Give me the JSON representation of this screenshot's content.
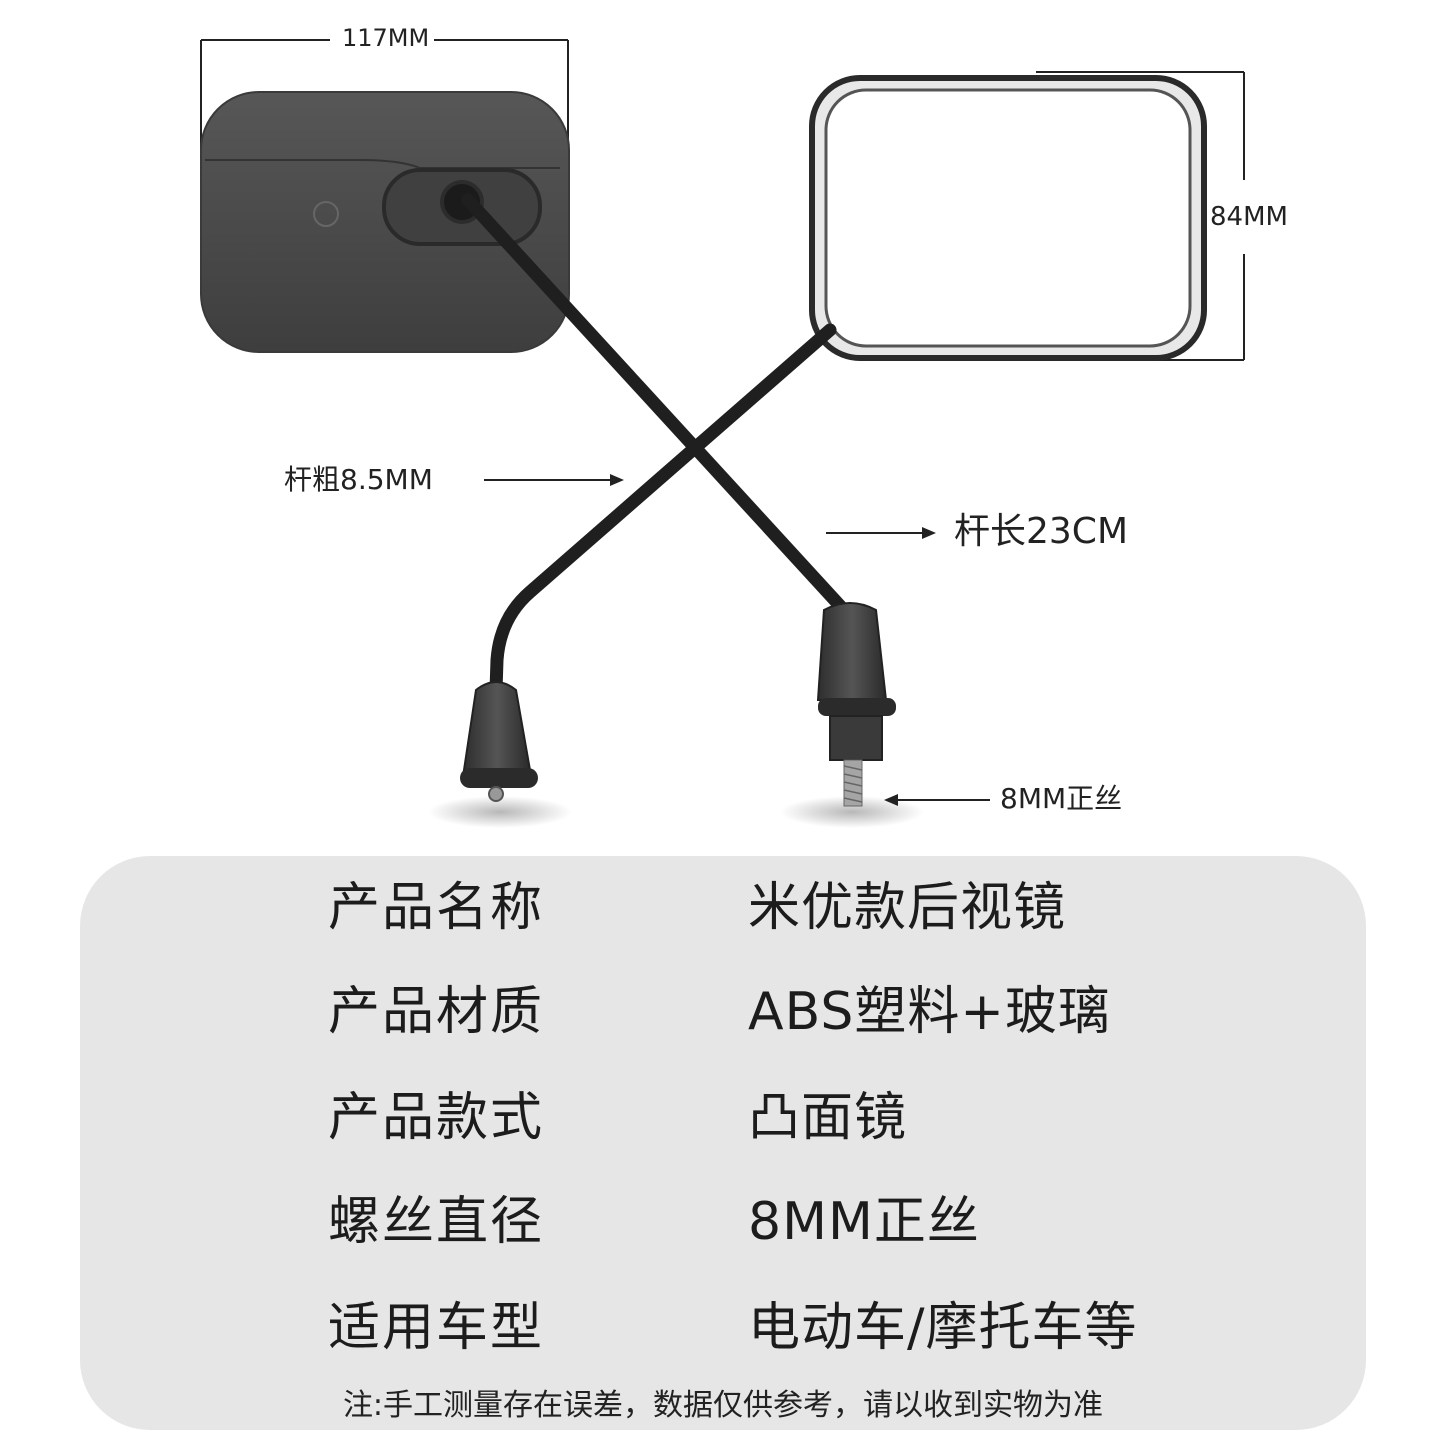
{
  "dimensions": {
    "width": "117MM",
    "height": "84MM",
    "rod_thickness": "杆粗8.5MM",
    "rod_length": "杆长23CM",
    "thread": "8MM正丝"
  },
  "specs": [
    {
      "label": "产品名称",
      "value": "米优款后视镜"
    },
    {
      "label": "产品材质",
      "value": "ABS塑料+玻璃"
    },
    {
      "label": "产品款式",
      "value": "凸面镜"
    },
    {
      "label": "螺丝直径",
      "value": "8MM正丝"
    },
    {
      "label": "适用车型",
      "value": "电动车/摩托车等"
    }
  ],
  "disclaimer": "注:手工测量存在误差，数据仅供参考，请以收到实物为准",
  "colors": {
    "panel_bg": "#e6e6e6",
    "mirror_body": "#4a4a4a",
    "rod": "#1f1f1f",
    "glass": "#ffffff"
  }
}
